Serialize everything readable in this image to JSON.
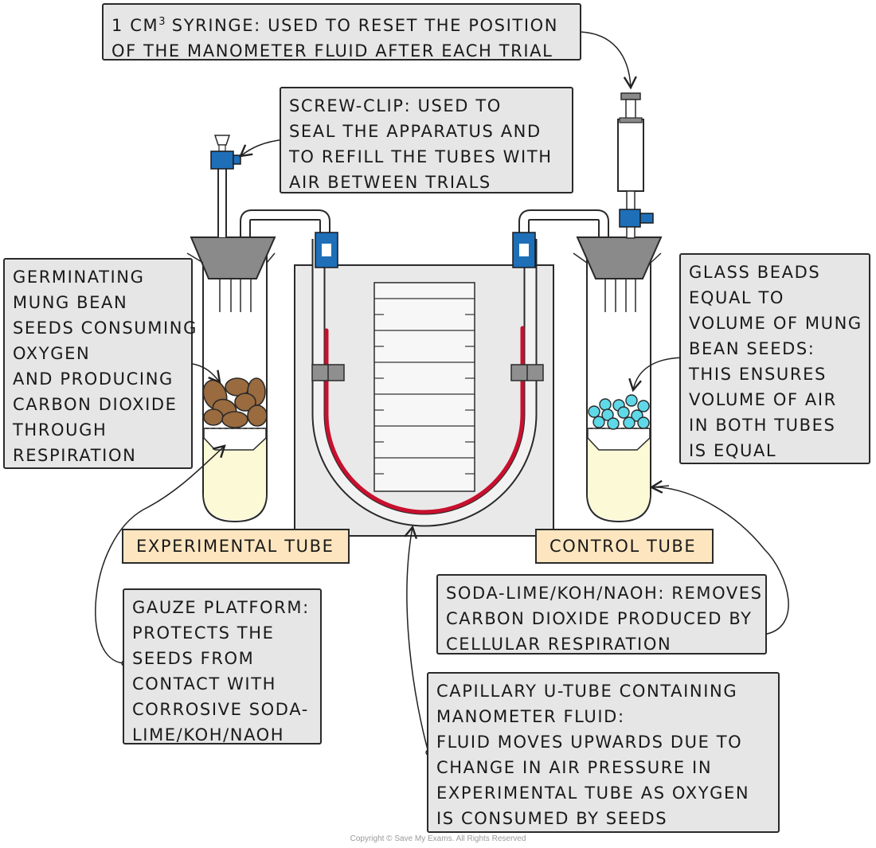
{
  "labels": {
    "syringe": {
      "line1": "1 cm",
      "line1_sup": "3",
      "line1_rest": " SYRINGE: USED TO RESET THE POSITION",
      "line2": "OF THE MANOMETER FLUID AFTER EACH TRIAL"
    },
    "screw_clip": [
      "SCREW-CLIP: USED TO",
      "SEAL THE APPARATUS AND",
      "TO REFILL THE TUBES WITH",
      "AIR BETWEEN TRIALS"
    ],
    "germinating": [
      "GERMINATING",
      "MUNG BEAN",
      "SEEDS CONSUMING",
      "OXYGEN",
      "AND PRODUCING",
      "CARBON DIOXIDE",
      "THROUGH",
      "RESPIRATION"
    ],
    "glass_beads": [
      "GLASS BEADS",
      "EQUAL TO",
      "VOLUME OF MUNG",
      "BEAN SEEDS:",
      "THIS ENSURES",
      "VOLUME OF AIR",
      "IN BOTH TUBES",
      "IS EQUAL"
    ],
    "experimental_tube": "EXPERIMENTAL TUBE",
    "control_tube": "CONTROL TUBE",
    "gauze": [
      "GAUZE PLATFORM:",
      "PROTECTS THE",
      "SEEDS  FROM",
      "CONTACT WITH",
      "CORROSIVE SODA-",
      "LIME/KOH/NaOH"
    ],
    "soda_lime": [
      "SODA-LIME/KOH/NaOH: REMOVES",
      "CARBON DIOXIDE PRODUCED BY",
      "CELLULAR RESPIRATION"
    ],
    "capillary": [
      "CAPILLARY U-TUBE CONTAINING",
      "MANOMETER FLUID:",
      "FLUID MOVES UPWARDS DUE TO",
      "CHANGE IN AIR PRESSURE IN",
      "EXPERIMENTAL TUBE AS OXYGEN",
      "IS CONSUMED BY SEEDS"
    ]
  },
  "copyright": "Copyright © Save My Exams. All Rights Reserved",
  "colors": {
    "label_fill": "#e6e6e6",
    "tube_label_fill": "#fde6bf",
    "clip_blue": "#1e6fb8",
    "manometer_fluid": "#c8102e",
    "seed_brown": "#9a6b3f",
    "bead_cyan": "#5fd8e8",
    "soda_lime_fill": "#fbf9d6",
    "stopper_gray": "#8a8a8a"
  }
}
